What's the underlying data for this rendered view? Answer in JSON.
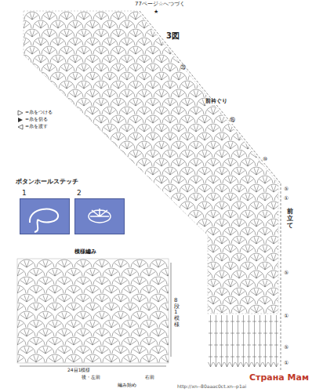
{
  "diagram": {
    "title": "3図",
    "nodes": [
      {
        "text": [
          "1"
        ]
      },
      {
        "text": [
          "2"
        ]
      }
    ],
    "labels": [
      "77ページ☆へつづく",
      "★",
      "前衿ぐり",
      "ボタンホールステッチ",
      "模様編み",
      "8段1模様",
      "24目1模様",
      "後・左前",
      "右前",
      "編み始め",
      "前立て",
      "⑳",
      "⑮",
      "⑩",
      "⑤",
      "①",
      "⑤",
      "①",
      "⑤",
      "①",
      "Страна Мам",
      "http://xn--80aaac0ct.xn--p1ai"
    ],
    "legend": [
      {
        "text": "=糸をつける"
      },
      {
        "text": "=糸を切る"
      },
      {
        "text": "=糸を渡す"
      }
    ]
  }
}
